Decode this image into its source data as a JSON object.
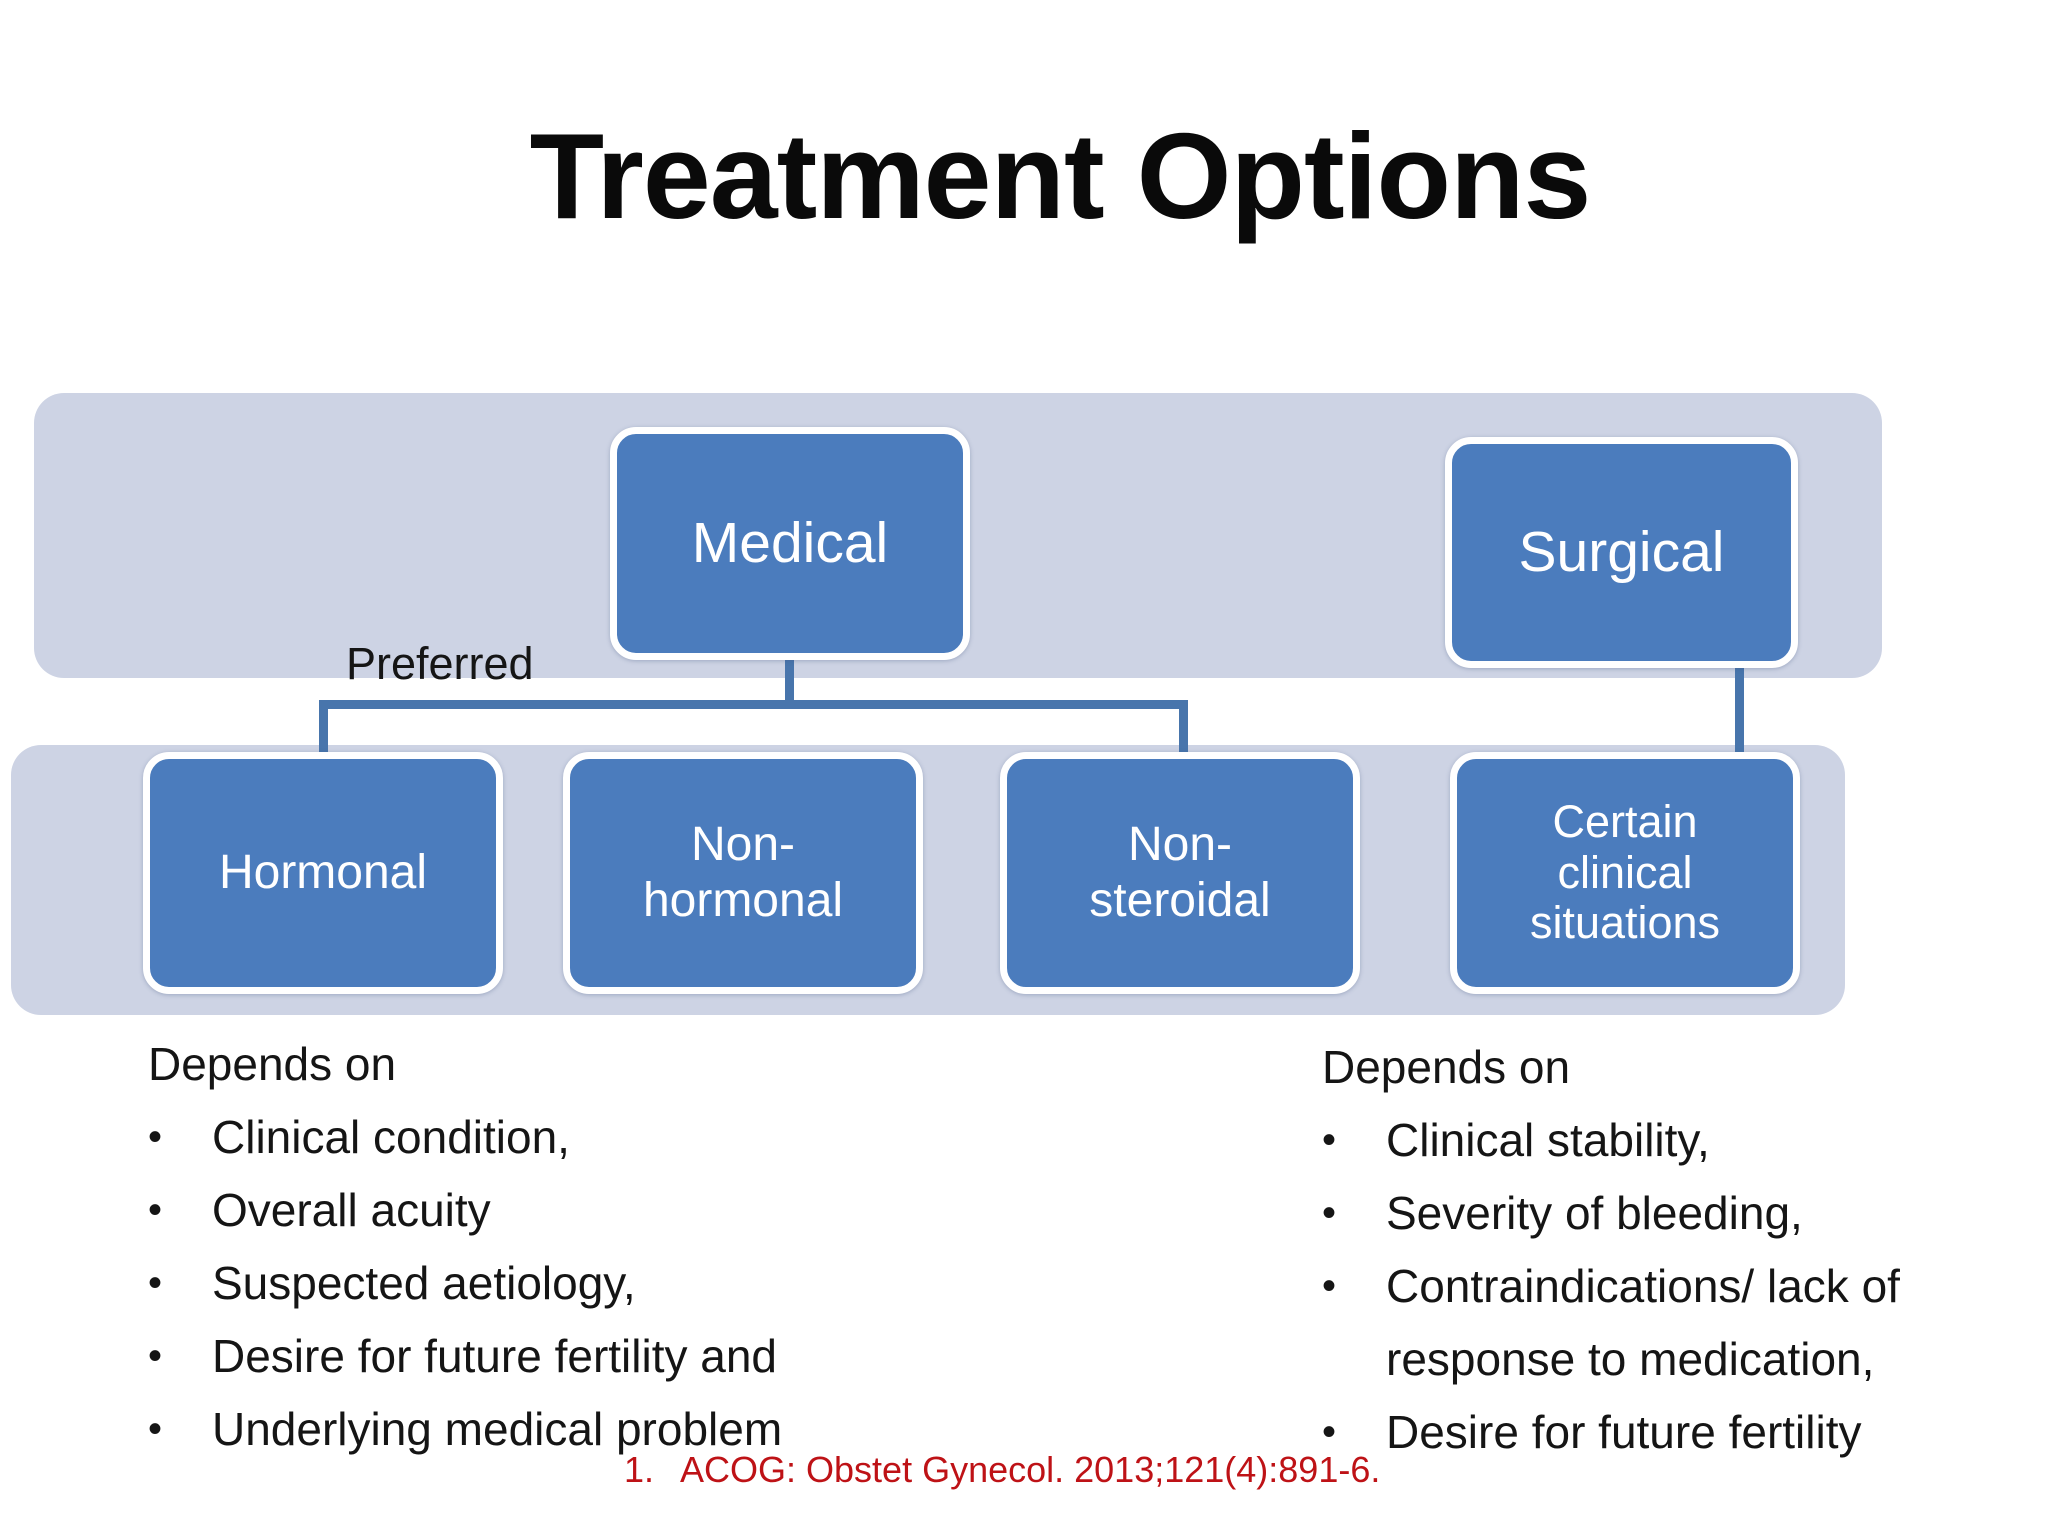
{
  "slide": {
    "title": "Treatment Options",
    "preferred_label": "Preferred",
    "citation": {
      "number": "1.",
      "text": "ACOG: Obstet Gynecol. 2013;121(4):891-6."
    }
  },
  "diagram": {
    "nodes": {
      "medical": "Medical",
      "surgical": "Surgical",
      "hormonal": "Hormonal",
      "non_hormonal": "Non-\nhormonal",
      "non_steroidal": "Non-\nsteroidal",
      "certain_clinical": "Certain\nclinical\nsituations"
    }
  },
  "lists": {
    "bullet_glyph": "•",
    "left": {
      "heading": "Depends on",
      "items": [
        "Clinical condition,",
        "Overall acuity",
        "Suspected aetiology,",
        "Desire for future fertility and",
        "Underlying medical problem"
      ]
    },
    "right": {
      "heading": "Depends on",
      "items": [
        "Clinical stability,",
        "Severity of bleeding,",
        "Contraindications/ lack of response to medication,",
        "Desire for future fertility"
      ]
    }
  },
  "colors": {
    "title_text": "#0a0a0a",
    "body_text": "#151515",
    "band_fill": "#cdd3e4",
    "node_fill": "#4b7cbd",
    "node_border": "#ffffff",
    "connector": "#4875ac",
    "citation_red": "#be1216",
    "background": "#ffffff"
  }
}
